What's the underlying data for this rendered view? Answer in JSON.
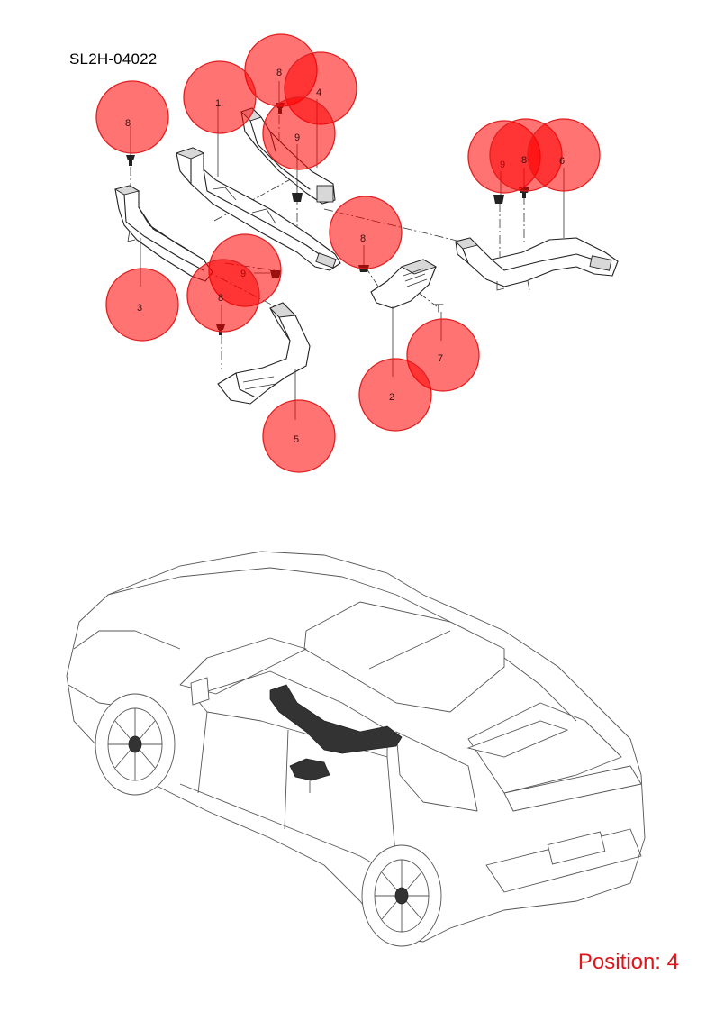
{
  "document": {
    "code": "SL2H-04022",
    "position_label": "Position: 4"
  },
  "colors": {
    "callout_fill": "#ff0000",
    "position_text": "#e0141b"
  },
  "callouts": [
    {
      "label": "8"
    },
    {
      "label": "4"
    },
    {
      "label": "1"
    },
    {
      "label": "9"
    },
    {
      "label": "8"
    },
    {
      "label": "9"
    },
    {
      "label": "8"
    },
    {
      "label": "6"
    },
    {
      "label": "8"
    },
    {
      "label": "9"
    },
    {
      "label": "8"
    },
    {
      "label": "3"
    },
    {
      "label": "7"
    },
    {
      "label": "2"
    },
    {
      "label": "5"
    }
  ]
}
